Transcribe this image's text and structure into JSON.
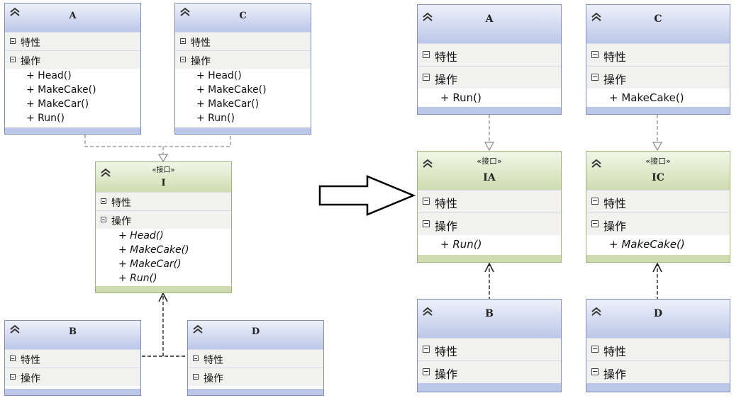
{
  "sections": {
    "attributes": "特性",
    "operations": "操作"
  },
  "stereotype": "«接口»",
  "left": {
    "A": {
      "name": "A",
      "ops": [
        "+ Head()",
        "+ MakeCake()",
        "+ MakeCar()",
        "+ Run()"
      ]
    },
    "C": {
      "name": "C",
      "ops": [
        "+ Head()",
        "+ MakeCake()",
        "+ MakeCar()",
        "+ Run()"
      ]
    },
    "I": {
      "name": "I",
      "ops": [
        "+ Head()",
        "+ MakeCake()",
        "+ MakeCar()",
        "+ Run()"
      ]
    },
    "B": {
      "name": "B"
    },
    "D": {
      "name": "D"
    }
  },
  "right": {
    "A": {
      "name": "A",
      "ops": [
        "+ Run()"
      ]
    },
    "C": {
      "name": "C",
      "ops": [
        "+ MakeCake()"
      ]
    },
    "IA": {
      "name": "IA",
      "ops": [
        "+ Run()"
      ]
    },
    "IC": {
      "name": "IC",
      "ops": [
        "+ MakeCake()"
      ]
    },
    "B": {
      "name": "B"
    },
    "D": {
      "name": "D"
    }
  }
}
